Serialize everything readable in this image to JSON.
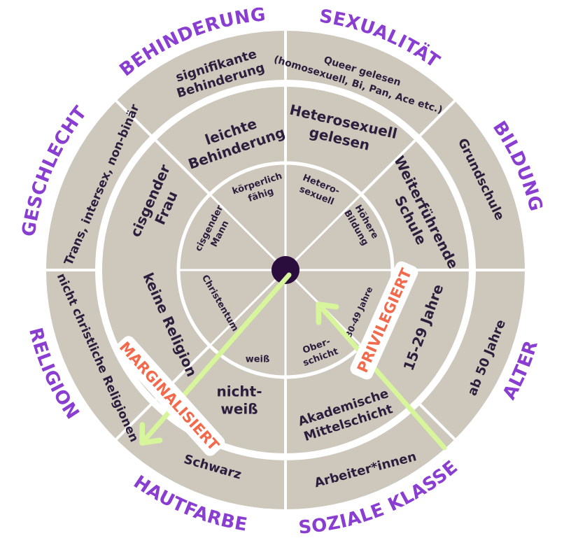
{
  "categories": [
    {
      "id": "behinderung",
      "label": "BEHINDERUNG"
    },
    {
      "id": "sexualitaet",
      "label": "SEXUALITÄT"
    },
    {
      "id": "bildung",
      "label": "BILDUNG"
    },
    {
      "id": "alter",
      "label": "ALTER"
    },
    {
      "id": "soziale-klasse",
      "label": "SOZIALE KLASSE"
    },
    {
      "id": "hautfarbe",
      "label": "HAUTFARBE"
    },
    {
      "id": "religion",
      "label": "RELIGION"
    },
    {
      "id": "geschlecht",
      "label": "GESCHLECHT"
    }
  ],
  "outer_ring": {
    "behinderung": [
      "signifikante",
      "Behinderung"
    ],
    "sexualitaet": [
      "Queer gelesen",
      "(homosexuell, Bi, Pan, Ace etc.)"
    ],
    "bildung": [
      "Grundschule"
    ],
    "alter": [
      "ab 50 Jahre"
    ],
    "soziale-klasse": [
      "Arbeiter*innen"
    ],
    "hautfarbe": [
      "Schwarz"
    ],
    "religion": [
      "nicht christliche Religionen"
    ],
    "geschlecht": [
      "Trans, intersex, non-binär"
    ]
  },
  "middle_ring": {
    "behinderung": [
      "leichte",
      "Behinderung"
    ],
    "sexualitaet": [
      "Heterosexuell",
      "gelesen"
    ],
    "bildung": [
      "Weiterführende",
      "Schule"
    ],
    "alter": [
      "15-29 Jahre"
    ],
    "soziale-klasse": [
      "Akademische",
      "Mittelschicht"
    ],
    "hautfarbe": [
      "nicht-",
      "weiß"
    ],
    "religion": [
      "keine Religion"
    ],
    "geschlecht": [
      "cisgender",
      "Frau"
    ]
  },
  "inner_ring": {
    "behinderung": [
      "körperlich",
      "fähig"
    ],
    "sexualitaet": [
      "Hetero-",
      "sexuell"
    ],
    "bildung": [
      "Höhere",
      "Bildung"
    ],
    "alter": [
      "30-49 Jahre"
    ],
    "soziale-klasse": [
      "Ober-",
      "schicht"
    ],
    "hautfarbe": [
      "weiß"
    ],
    "religion": [
      "Christentum"
    ],
    "geschlecht": [
      "cisgender",
      "Mann"
    ]
  },
  "arrows": {
    "marginalized": "MARGINALISIERT",
    "privileged": "PRIVILEGIERT"
  },
  "colors": {
    "ring": "#cdc7bc",
    "divider": "#ffffff",
    "text": "#2c1f3d",
    "category": "#8a3ed1",
    "center": "#2b0d3d",
    "arrow": "#d7f59a",
    "arrow_label": "#f26a4b"
  }
}
